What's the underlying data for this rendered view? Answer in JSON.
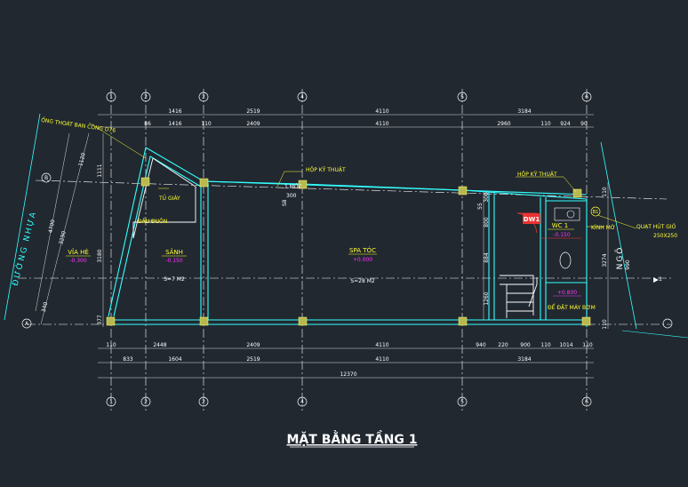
{
  "title": "MẶT BẰNG TẦNG 1",
  "axes_top": [
    "1",
    "2",
    "2",
    "4",
    "5",
    "6"
  ],
  "axes_bottom": [
    "1",
    "2",
    "2",
    "4",
    "5",
    "6"
  ],
  "axes_left": [
    "B",
    "A"
  ],
  "axes_right": [
    "1"
  ],
  "dims_top_row1": [
    "1416",
    "2519",
    "4110",
    "3184"
  ],
  "dims_top_row2": [
    "86",
    "1416",
    "110",
    "2409",
    "4110",
    "2960",
    "110",
    "924",
    "90"
  ],
  "dims_bottom_row1": [
    "110",
    "2448",
    "2409",
    "4110",
    "940",
    "220",
    "900",
    "110",
    "1014",
    "110"
  ],
  "dims_bottom_row2": [
    "833",
    "1604",
    "2519",
    "4110",
    "3184"
  ],
  "dim_total": "12370",
  "dims_left": [
    "1111",
    "3180",
    "377"
  ],
  "dims_slant": [
    "1120",
    "3290",
    "4700",
    "340"
  ],
  "dims_right": [
    "110",
    "3274",
    "110",
    "990"
  ],
  "dims_stair": [
    "55",
    "300",
    "800",
    "884",
    "1260"
  ],
  "rooms": {
    "sanh": {
      "name": "SẢNH",
      "level": "-0.150",
      "area": "S=7 M2"
    },
    "spa": {
      "name": "SPA TÓC",
      "level": "+0.000",
      "area": "S=28 M2"
    },
    "wc": {
      "name": "WC 1",
      "level": "-0.150"
    },
    "via_he": {
      "name": "VỈA HÈ",
      "level": "-0.300"
    },
    "stair_level": "+0.800"
  },
  "labels": {
    "ong_thoat": "ỐNG THOÁT BAN CÔNG D76",
    "hop_kt_1": "HỘP KỸ THUẬT",
    "hop_kt_2": "HỘP KỸ THUẬT",
    "tu_giay": "TỦ GIÀY",
    "dan_duon": "ĐẦU ĐUÔN",
    "kinh_mo": "KÍNH MỜ",
    "quat": "QUẠT HÚT GIÓ",
    "quat_size": "250X250",
    "de_may_bom": "ĐỂ ĐẶT MÁY BƠM",
    "dw1": "DW1",
    "b1": "B1",
    "duong_nhua": "ĐƯỜNG NHỰA",
    "ngo": "NGÕ",
    "moc": "1 MÓC",
    "moc_dim": "300",
    "s8": "S8"
  },
  "colors": {
    "background": "#212830",
    "wall": "#33ffff",
    "text_label": "#ffff33",
    "text_level": "#ff33ff",
    "dim": "#ffffff"
  }
}
